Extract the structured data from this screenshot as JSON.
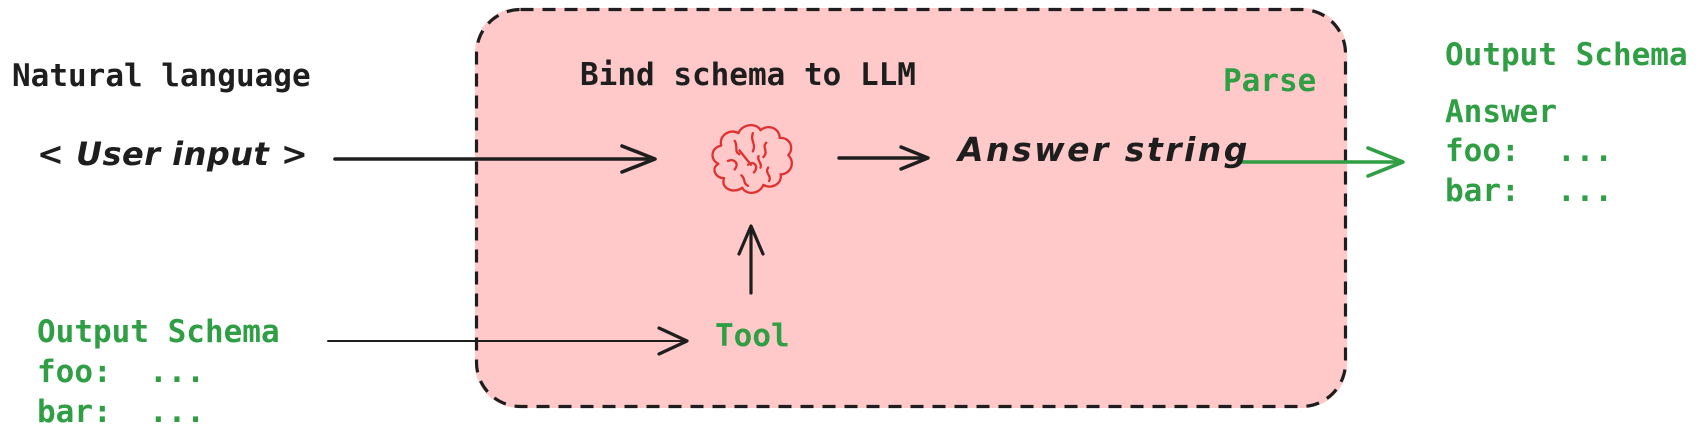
{
  "colors": {
    "text_black": "#1e1e1e",
    "accent_green": "#2f9e44",
    "box_fill_pink": "#ffc9c9",
    "brain_red": "#e03131",
    "background": "#ffffff"
  },
  "icons": {
    "llm": "brain-icon"
  },
  "nl_input": {
    "title": "Natural language",
    "value": "< User input >"
  },
  "llm_box": {
    "title": "Bind schema to LLM",
    "parse_label": "Parse",
    "tool_label": "Tool",
    "answer_label": "Answer string"
  },
  "schema_in": {
    "title": "Output Schema",
    "foo_line": "foo:  ...",
    "bar_line": "bar:  ..."
  },
  "schema_out": {
    "title": "Output Schema",
    "answer_line": "Answer",
    "foo_line": "foo:  ...",
    "bar_line": "bar:  ..."
  }
}
